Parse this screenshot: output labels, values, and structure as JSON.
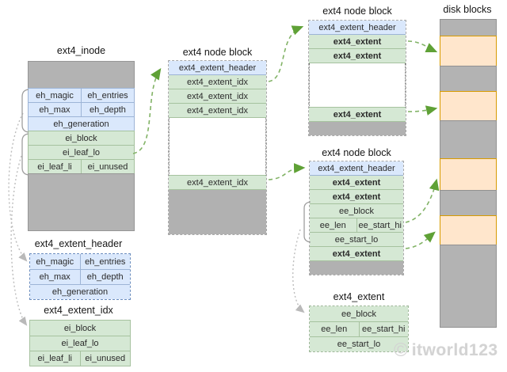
{
  "inode": {
    "title": "ext4_inode",
    "eh_magic": "eh_magic",
    "eh_entries": "eh_entries",
    "eh_max": "eh_max",
    "eh_depth": "eh_depth",
    "eh_generation": "eh_generation",
    "ei_block": "ei_block",
    "ei_leaf_lo": "ei_leaf_lo",
    "ei_leaf_li": "ei_leaf_li",
    "ei_unused": "ei_unused"
  },
  "extent_header_legend": {
    "title": "ext4_extent_header",
    "eh_magic": "eh_magic",
    "eh_entries": "eh_entries",
    "eh_max": "eh_max",
    "eh_depth": "eh_depth",
    "eh_generation": "eh_generation"
  },
  "extent_idx_legend": {
    "title": "ext4_extent_idx",
    "ei_block": "ei_block",
    "ei_leaf_lo": "ei_leaf_lo",
    "ei_leaf_li": "ei_leaf_li",
    "ei_unused": "ei_unused"
  },
  "node_block_1": {
    "title": "ext4 node block",
    "header": "ext4_extent_header",
    "idx1": "ext4_extent_idx",
    "idx2": "ext4_extent_idx",
    "idx3": "ext4_extent_idx",
    "idx4": "ext4_extent_idx"
  },
  "node_block_2": {
    "title": "ext4 node block",
    "header": "ext4_extent_header",
    "ext1": "ext4_extent",
    "ext2": "ext4_extent",
    "ext3": "ext4_extent"
  },
  "node_block_3": {
    "title": "ext4 node block",
    "header": "ext4_extent_header",
    "ext1": "ext4_extent",
    "ext2": "ext4_extent",
    "ee_block": "ee_block",
    "ee_len": "ee_len",
    "ee_start_hi": "ee_start_hi",
    "ee_start_lo": "ee_start_lo",
    "ext3": "ext4_extent"
  },
  "extent_legend": {
    "title": "ext4_extent",
    "ee_block": "ee_block",
    "ee_len": "ee_len",
    "ee_start_hi": "ee_start_hi",
    "ee_start_lo": "ee_start_lo"
  },
  "disk": {
    "title": "disk blocks"
  },
  "watermark": {
    "symbol": "©",
    "text": "itworld123"
  },
  "colors": {
    "blue_fill": "#dae8fc",
    "blue_stroke": "#6c8ebf",
    "green_fill": "#d5e8d4",
    "green_stroke": "#82b366",
    "gray_fill": "#b3b3b3",
    "orange_fill": "#ffe6cc",
    "orange_stroke": "#d79b00",
    "arrow_green": "#82b366",
    "arrow_gray": "#b3b3b3"
  }
}
